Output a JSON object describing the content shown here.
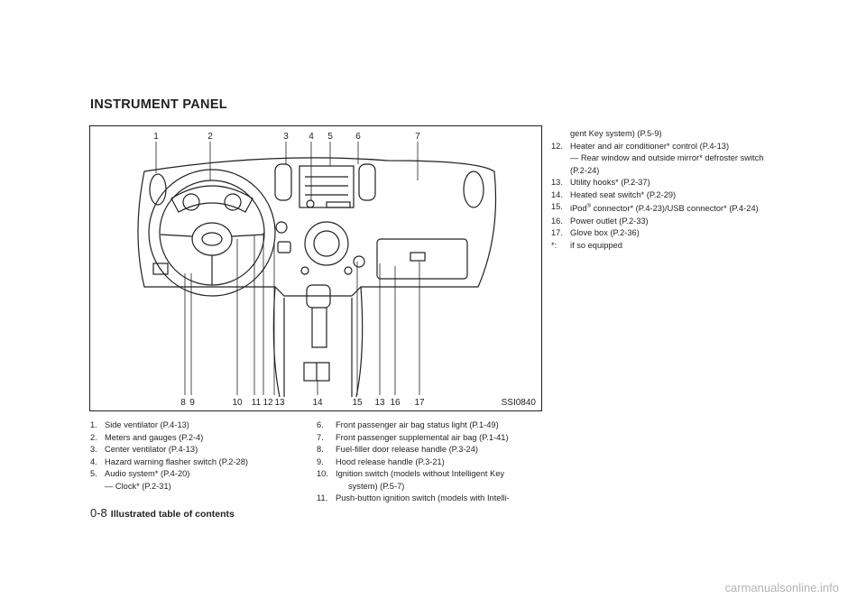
{
  "header": {
    "title": "INSTRUMENT PANEL"
  },
  "figure": {
    "code": "SSI0840",
    "callouts_top": [
      "1",
      "2",
      "3",
      "4",
      "5",
      "6",
      "7"
    ],
    "callouts_bottom": [
      "8",
      "9",
      "10",
      "11",
      "12",
      "13",
      "14",
      "15",
      "13",
      "16",
      "17"
    ]
  },
  "legend": {
    "col1": [
      {
        "num": "1.",
        "text": "Side ventilator (P.4-13)"
      },
      {
        "num": "2.",
        "text": "Meters and gauges (P.2-4)"
      },
      {
        "num": "3.",
        "text": "Center ventilator (P.4-13)"
      },
      {
        "num": "4.",
        "text": "Hazard warning flasher switch (P.2-28)"
      },
      {
        "num": "5.",
        "text": "Audio system* (P.4-20)",
        "sub": "— Clock* (P.2-31)"
      }
    ],
    "col2": [
      {
        "num": "6.",
        "text": "Front passenger air bag status light (P.1-49)"
      },
      {
        "num": "7.",
        "text": "Front passenger supplemental air bag (P.1-41)"
      },
      {
        "num": "8.",
        "text": "Fuel-filler door release handle (P.3-24)"
      },
      {
        "num": "9.",
        "text": "Hood release handle (P.3-21)"
      },
      {
        "num": "10.",
        "text": "Ignition switch (models without Intelligent Key",
        "sub": "system) (P.5-7)"
      },
      {
        "num": "11.",
        "text": "Push-button ignition switch (models with Intelli-"
      }
    ],
    "col3_cont": "gent Key system) (P.5-9)",
    "col3": [
      {
        "num": "12.",
        "text": "Heater and air conditioner* control (P.4-13)",
        "sub": "— Rear window and outside mirror* defroster switch (P.2-24)"
      },
      {
        "num": "13.",
        "text": "Utility hooks* (P.2-37)"
      },
      {
        "num": "14.",
        "text": "Heated seat switch* (P.2-29)"
      },
      {
        "num": "15.",
        "text": "iPod",
        "sup": "®",
        "text2": " connector* (P.4-23)/USB connector* (P.4-24)"
      },
      {
        "num": "16.",
        "text": "Power outlet (P.2-33)"
      },
      {
        "num": "17.",
        "text": "Glove box (P.2-36)"
      },
      {
        "num": "*:",
        "text": "if so equipped"
      }
    ]
  },
  "footer": {
    "page": "0-8",
    "label": "Illustrated table of contents"
  },
  "watermark": "carmanualsonline.info"
}
